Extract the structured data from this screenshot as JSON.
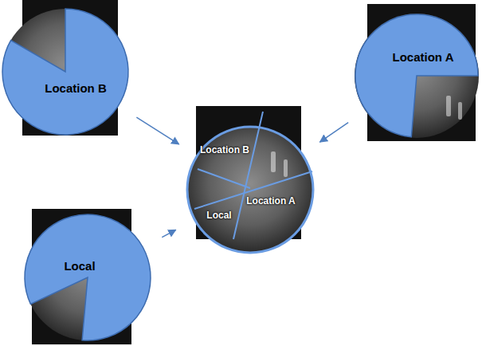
{
  "diagram": {
    "nodes": [
      {
        "text": [
          "Location B"
        ]
      },
      {
        "text": [
          "Location A"
        ]
      },
      {
        "text": [
          "Location B",
          "Local",
          "Location A"
        ]
      },
      {
        "text": [
          "Local"
        ]
      }
    ],
    "edges": [
      {
        "from": 0,
        "to": 2,
        "arrow": "to"
      },
      {
        "from": 1,
        "to": 2,
        "arrow": "to"
      },
      {
        "from": 3,
        "to": 2,
        "arrow": "to"
      }
    ]
  }
}
